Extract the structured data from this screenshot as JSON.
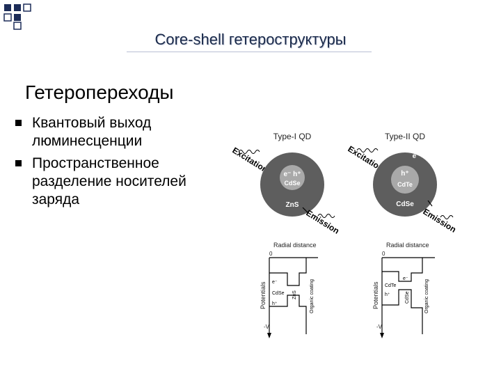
{
  "slide": {
    "title": "Core-shell гетероструктуры",
    "heading": "Гетеропереходы",
    "bullets": [
      "Квантовый выход люминесценции",
      "Пространственное разделение носителей заряда"
    ]
  },
  "figure": {
    "type1": {
      "caption": "Type-I QD",
      "excitation": "Excitation",
      "emission": "Emission",
      "carriers": "e⁻ h⁺",
      "core": "CdSe",
      "shell": "ZnS",
      "plot": {
        "x_label": "Radial distance",
        "y_label": "Potentials",
        "zero": "0",
        "minus_v": "-V",
        "electron": "e⁻",
        "hole": "h⁺",
        "core": "CdSe",
        "shell": "ZnS",
        "coating": "Organic coating"
      }
    },
    "type2": {
      "caption": "Type-II QD",
      "excitation": "Excitation",
      "emission": "Emission",
      "electron": "e⁻",
      "hole": "h⁺",
      "core": "CdTe",
      "shell": "CdSe",
      "plot": {
        "x_label": "Radial distance",
        "y_label": "Potentials",
        "zero": "0",
        "minus_v": "-V",
        "electron": "e⁻",
        "hole": "h⁺",
        "core": "CdTe",
        "shell": "CdSe",
        "coating": "Organic coating"
      }
    }
  }
}
